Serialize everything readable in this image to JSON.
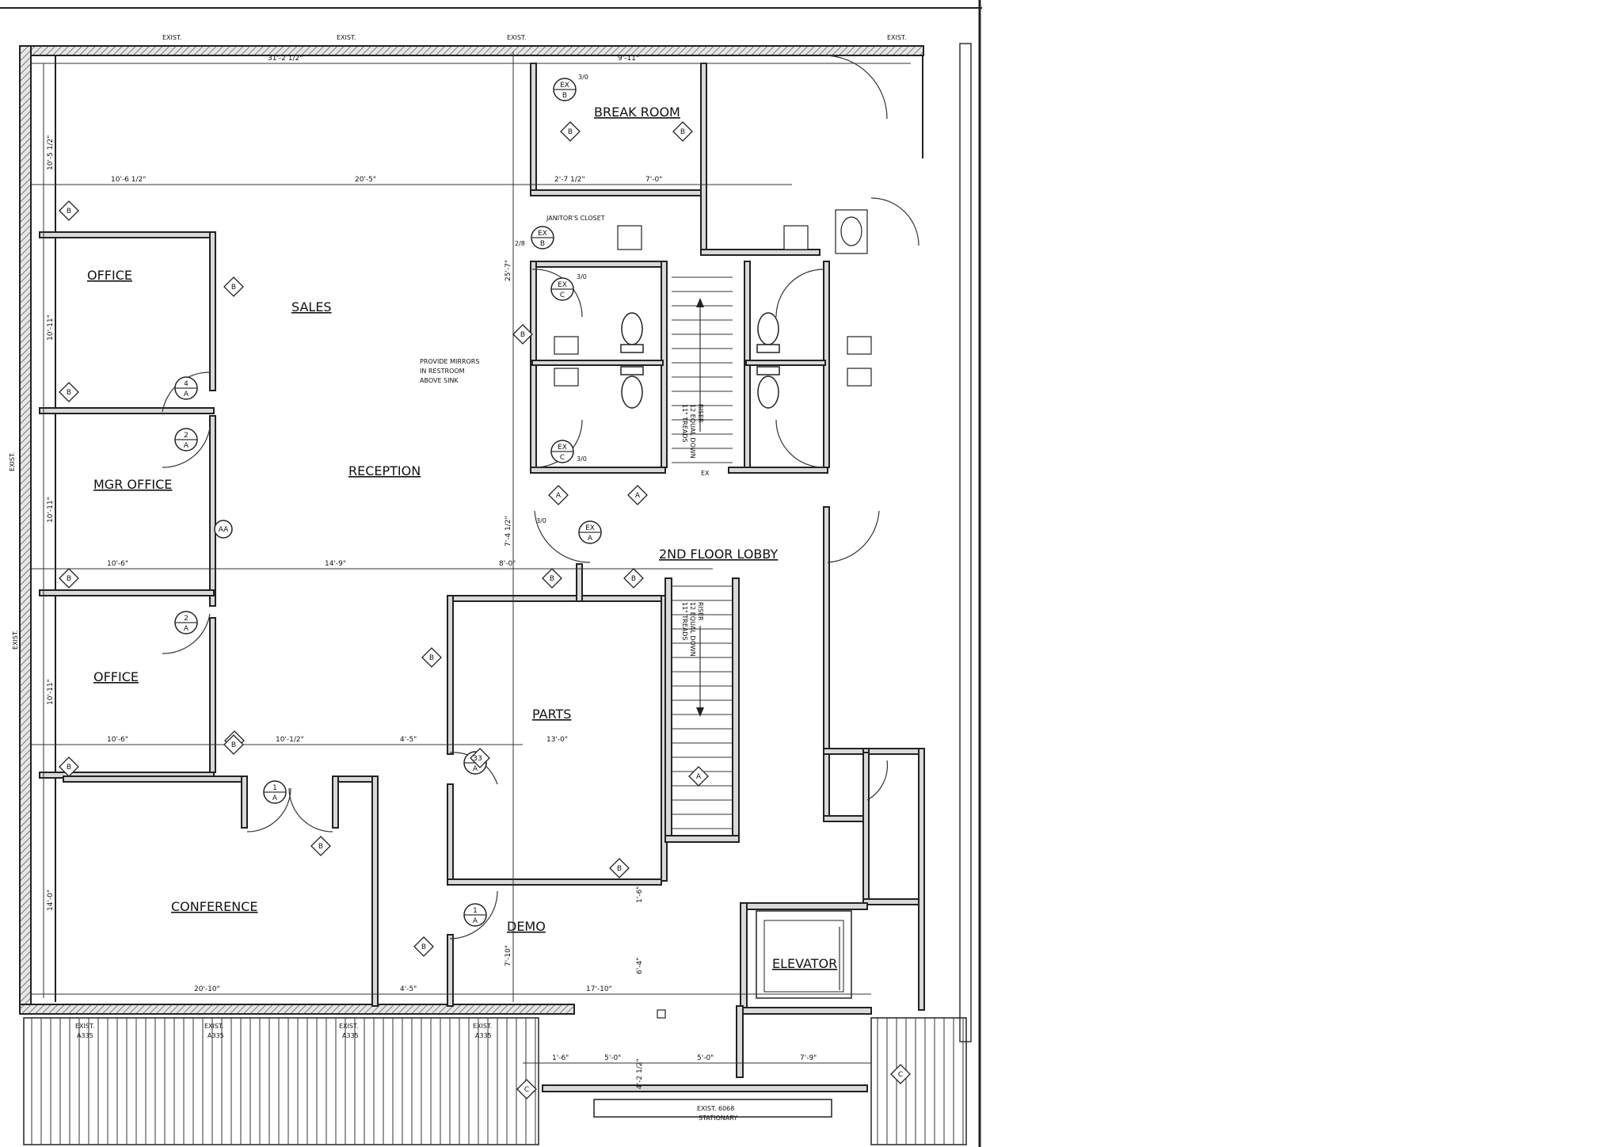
{
  "rooms": {
    "office_top": "OFFICE",
    "sales": "SALES",
    "break_room": "BREAK ROOM",
    "janitors_closet": "JANITOR'S CLOSET",
    "mgr_office": "MGR OFFICE",
    "reception": "RECEPTION",
    "lobby": "2ND FLOOR LOBBY",
    "office_bottom": "OFFICE",
    "parts": "PARTS",
    "conference": "CONFERENCE",
    "demo": "DEMO",
    "elevator": "ELEVATOR"
  },
  "notes": {
    "mirrors_1": "PROVIDE MIRRORS",
    "mirrors_2": "IN RESTROOM",
    "mirrors_3": "ABOVE SINK",
    "stair_1a": "11\" TREADS",
    "stair_1b": "12 EQUAL DOWN",
    "stair_1c": "RISER",
    "stair_2a": "11\" TREADS",
    "stair_2b": "12 EQUAL DOWN",
    "stair_2c": "RISER",
    "ex": "EX",
    "exist_window_1": "EXIST. 6068",
    "exist_window_2": "STATIONARY"
  },
  "exist_labels": {
    "top_1": "EXIST.",
    "top_2": "EXIST.",
    "top_3": "EXIST.",
    "top_4": "EXIST.",
    "left_1": "EXIST.",
    "left_2": "EXIST.",
    "bottom_1": "EXIST.",
    "bottom_1b": "A335",
    "bottom_2": "EXIST.",
    "bottom_2b": "A335",
    "bottom_3": "EXIST.",
    "bottom_3b": "A335",
    "bottom_4": "EXIST.",
    "bottom_4b": "A335"
  },
  "dimensions": {
    "d01": "31'-2 1/2\"",
    "d02": "9'-11\"",
    "d03": "10'-6 1/2\"",
    "d04": "20'-5\"",
    "d05": "2'-7 1/2\"",
    "d06": "7'-0\"",
    "d07": "10'-6\"",
    "d08": "14'-9\"",
    "d09": "8'-0\"",
    "d10": "10'-6\"",
    "d11": "10'-1/2\"",
    "d12": "4'-5\"",
    "d13": "13'-0\"",
    "d14": "20'-10\"",
    "d15": "4'-5\"",
    "d16": "17'-10\"",
    "d17": "1'-6\"",
    "d18": "5'-0\"",
    "d19": "5'-0\"",
    "d20": "7'-9\"",
    "v01": "10'-5 1/2\"",
    "v02": "10'-11\"",
    "v03": "10'-11\"",
    "v04": "10'-11\"",
    "v05": "14'-0\"",
    "v06": "25'-7\"",
    "v07": "7'-4 1/2\"",
    "v08": "7'-10\"",
    "v09": "6'-4\"",
    "v10": "1'-6\"",
    "v11": "4'-2 1/2\""
  },
  "door_tags": {
    "t1_num": "4",
    "t1_let": "A",
    "t2_num": "2",
    "t2_let": "A",
    "t3_num": "2",
    "t3_let": "A",
    "t4_num": "1",
    "t4_let": "A",
    "t5_num": "3",
    "t5_let": "A",
    "t6_num": "1",
    "t6_let": "A",
    "ex1_top": "EX",
    "ex1_bot": "B",
    "ex1_size": "3/0",
    "ex2_top": "EX",
    "ex2_bot": "B",
    "ex2_size": "2/8",
    "ex3_top": "EX",
    "ex3_bot": "C",
    "ex3_size": "3/0",
    "ex4_top": "EX",
    "ex4_bot": "C",
    "ex4_size": "3/0",
    "ex5_top": "EX",
    "ex5_bot": "A",
    "ex5_size": "3/0",
    "aa": "AA"
  },
  "wall_tags": [
    "B",
    "B",
    "B",
    "B",
    "B",
    "B",
    "B",
    "B",
    "B",
    "B",
    "B",
    "B",
    "B",
    "A",
    "A",
    "A",
    "C",
    "C",
    "B",
    "B",
    "3",
    "B"
  ]
}
